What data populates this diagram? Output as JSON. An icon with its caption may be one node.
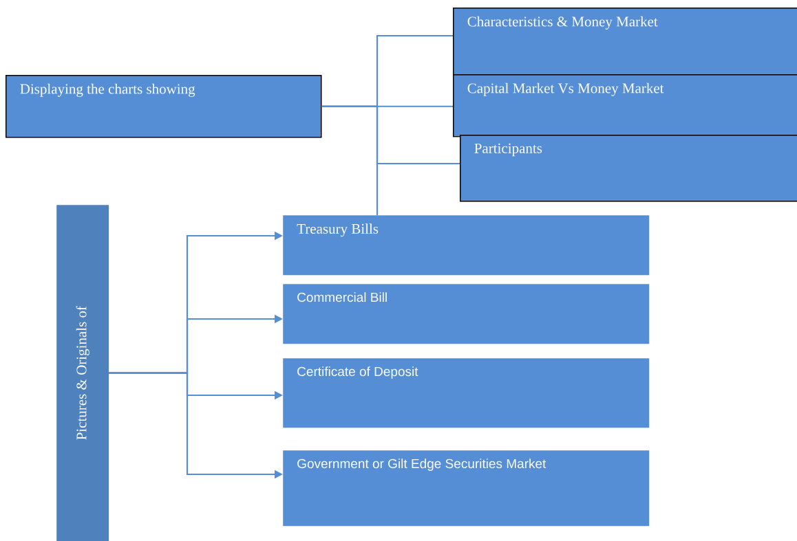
{
  "diagram": {
    "nodes": [
      {
        "text": [
          "Displaying the charts showing"
        ]
      },
      {
        "text": [
          "Characteristics & Money Market"
        ]
      },
      {
        "text": [
          "Capital Market Vs Money Market"
        ]
      },
      {
        "text": [
          "Participants"
        ]
      },
      {
        "text": [
          "Pictures & Originals of"
        ]
      },
      {
        "text": [
          "Treasury Bills"
        ]
      },
      {
        "text": [
          "Commercial Bill"
        ]
      },
      {
        "text": [
          "Certificate of Deposit"
        ]
      },
      {
        "text": [
          "Government or Gilt Edge Securities Market"
        ]
      }
    ],
    "edges": [
      {
        "from": 0,
        "to": 1,
        "arrow": "none"
      },
      {
        "from": 0,
        "to": 2,
        "arrow": "none"
      },
      {
        "from": 0,
        "to": 3,
        "arrow": "none"
      },
      {
        "from": 0,
        "to": 5,
        "arrow": "none"
      },
      {
        "from": 4,
        "to": 5,
        "arrow": "to"
      },
      {
        "from": 4,
        "to": 6,
        "arrow": "to"
      },
      {
        "from": 4,
        "to": 7,
        "arrow": "to"
      },
      {
        "from": 4,
        "to": 8,
        "arrow": "to"
      }
    ]
  }
}
